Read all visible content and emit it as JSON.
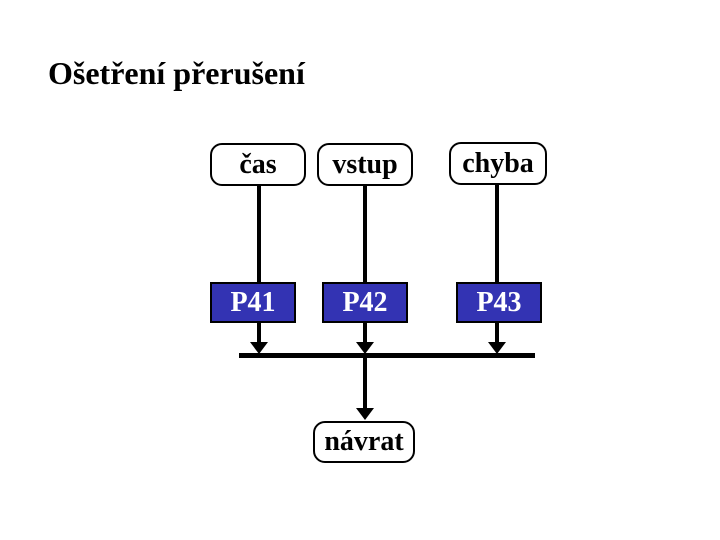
{
  "slide": {
    "title": "Ošetření přerušení",
    "background_color": "#ffffff",
    "title_color": "#000000"
  },
  "diagram": {
    "sources": [
      {
        "label": "čas"
      },
      {
        "label": "vstup"
      },
      {
        "label": "chyba"
      }
    ],
    "handlers": [
      {
        "label": "P41"
      },
      {
        "label": "P42"
      },
      {
        "label": "P43"
      }
    ],
    "return_node": {
      "label": "návrat"
    },
    "colors": {
      "handler_fill": "#3333b3",
      "handler_text": "#ffffff",
      "node_fill": "#ffffff",
      "node_border": "#000000",
      "line": "#000000"
    }
  }
}
